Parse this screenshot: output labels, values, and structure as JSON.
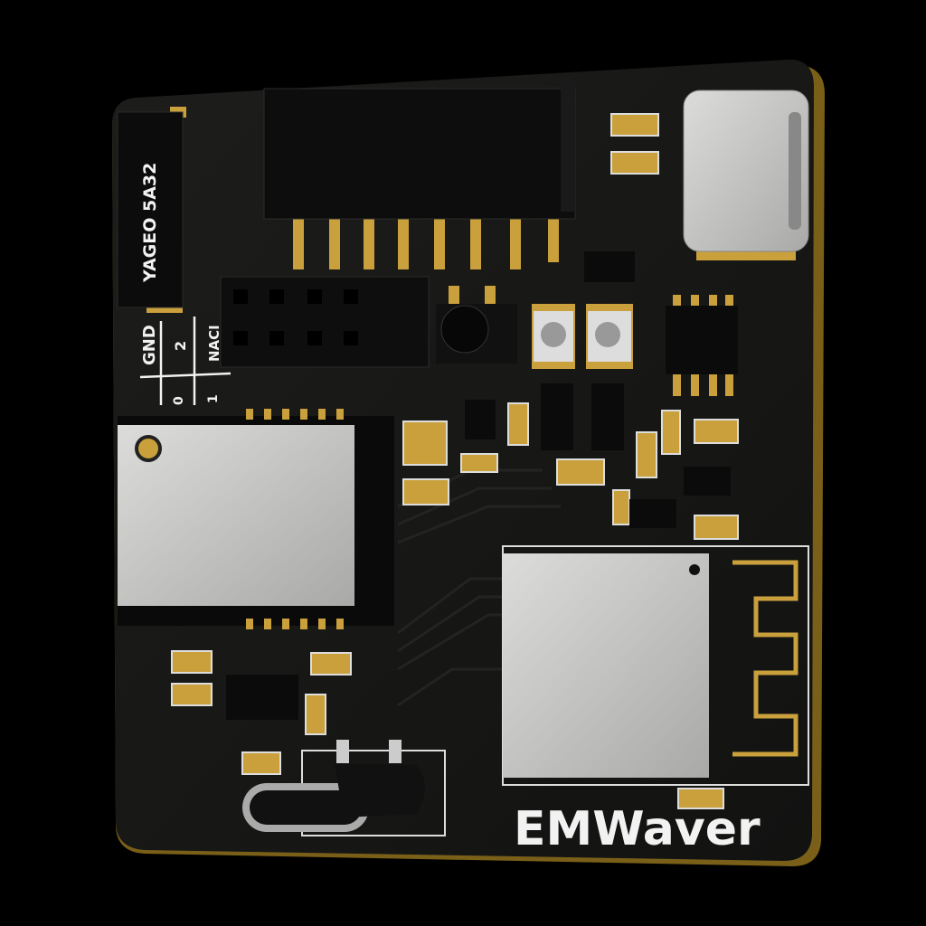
{
  "board": {
    "logo_text": "EMWaver",
    "chip_label": "YAGEO 5A32",
    "pin_labels": {
      "gnd": "GND",
      "two": "2",
      "naci": "NACI",
      "zero": "0",
      "one": "1"
    }
  },
  "colors": {
    "background": "#000000",
    "pcb": "#151514",
    "pcb_edge": "#8a6d1c",
    "gold": "#c9a03c",
    "metal": "#c8c8c6",
    "silkscreen": "#f2f2f2"
  }
}
